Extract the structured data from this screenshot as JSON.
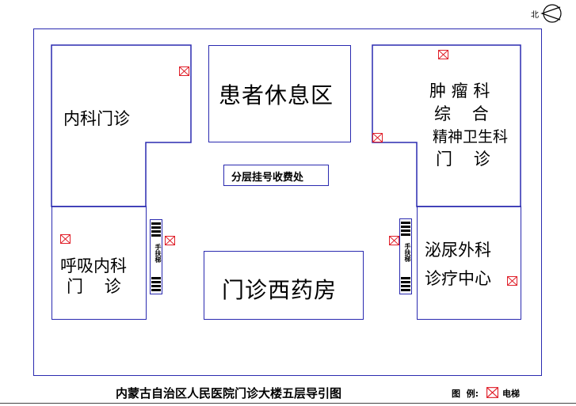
{
  "compass": {
    "label": "北"
  },
  "rooms": {
    "internal_medicine": "内科门诊",
    "patient_rest": "患者休息区",
    "tumor_line1": "肿 瘤 科",
    "tumor_line2": "综    合",
    "tumor_line3": "精神卫生科",
    "tumor_line4": "门    诊",
    "registration": "分层挂号收费处",
    "respiratory_line1": "呼吸内科",
    "respiratory_line2": "门    诊",
    "pharmacy": "门诊西药房",
    "urology_line1": "泌尿外科",
    "urology_line2": "诊疗中心"
  },
  "stairs": {
    "left_label": "手扶梯",
    "right_label": "手扶梯"
  },
  "footer": {
    "title": "内蒙古自治区人民医院门诊大楼五层导引图",
    "legend_label": "图  例:",
    "legend_item": "电梯"
  },
  "colors": {
    "wall": "#2a2ab0",
    "elevator": "#e0202a"
  },
  "icons": {
    "elevator": "elevator-icon",
    "compass": "north-arrow-icon"
  }
}
